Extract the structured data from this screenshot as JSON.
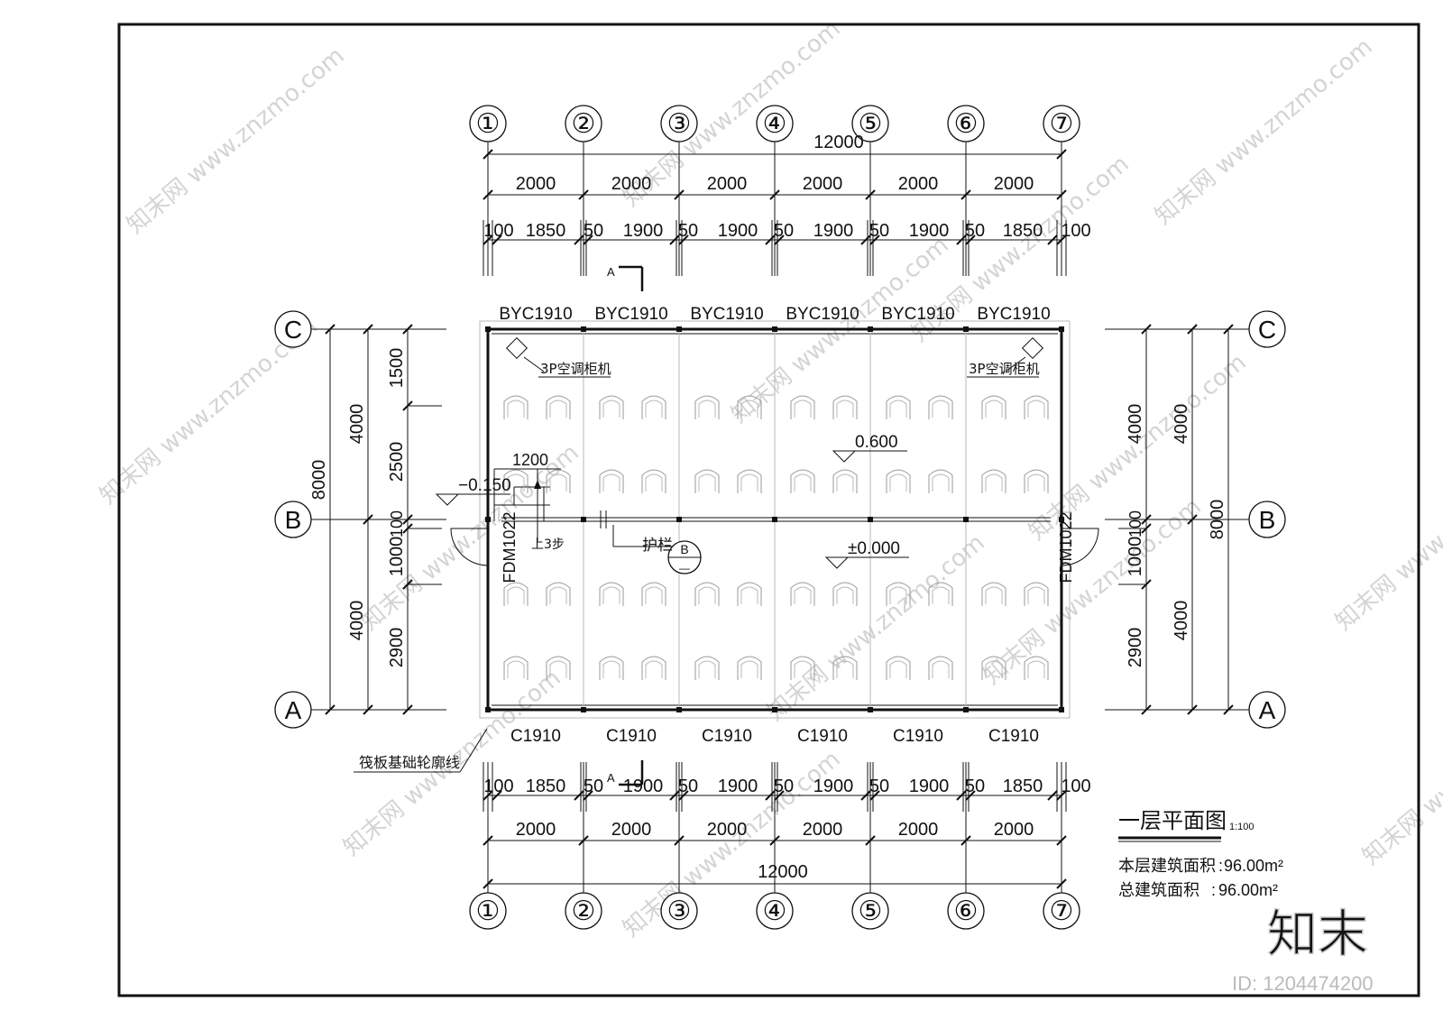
{
  "plan": {
    "title": "一层平面图",
    "scale": "1:100",
    "area_floor_label": "本层建筑面积",
    "area_floor_value": "96.00m²",
    "area_total_label": "总建筑面积",
    "area_total_value": "96.00m²"
  },
  "axes": {
    "columns": [
      "①",
      "②",
      "③",
      "④",
      "⑤",
      "⑥",
      "⑦"
    ],
    "rows": [
      "C",
      "B",
      "A"
    ]
  },
  "dims": {
    "overall_x": "12000",
    "bays": [
      "2000",
      "2000",
      "2000",
      "2000",
      "2000",
      "2000"
    ],
    "detail": [
      "100",
      "1850",
      "50",
      "1900",
      "50",
      "1900",
      "50",
      "1900",
      "50",
      "1900",
      "50",
      "1850",
      "100"
    ],
    "left_total": "8000",
    "left_bays": [
      "4000",
      "4000"
    ],
    "left_detail": [
      "1500",
      "2500",
      "100",
      "1000",
      "2900"
    ],
    "right_bays": [
      "4000",
      "4000"
    ],
    "right_total": "8000",
    "right_detail": [
      "4000",
      "100",
      "1000",
      "2900"
    ],
    "stair_width": "1200"
  },
  "windows_top": [
    "BYC1910",
    "BYC1910",
    "BYC1910",
    "BYC1910",
    "BYC1910",
    "BYC1910"
  ],
  "windows_bottom": [
    "C1910",
    "C1910",
    "C1910",
    "C1910",
    "C1910",
    "C1910"
  ],
  "doors": [
    "FDM1022",
    "FDM1022"
  ],
  "labels": {
    "ac_left": "3P空调柜机",
    "ac_right": "3P空调柜机",
    "level_upper": "0.600",
    "level_floor": "±0.000",
    "level_outside": "−0.150",
    "stairs": "上3步",
    "railing": "护栏",
    "foundation": "筏板基础轮廓线",
    "section_mark": "A",
    "detail_ref": "B",
    "detail_ref_sub": "—"
  },
  "watermark": {
    "brand": "知末",
    "site": "www.znzmo.com",
    "brand_cn": "知末网",
    "id": "ID: 1204474200"
  }
}
